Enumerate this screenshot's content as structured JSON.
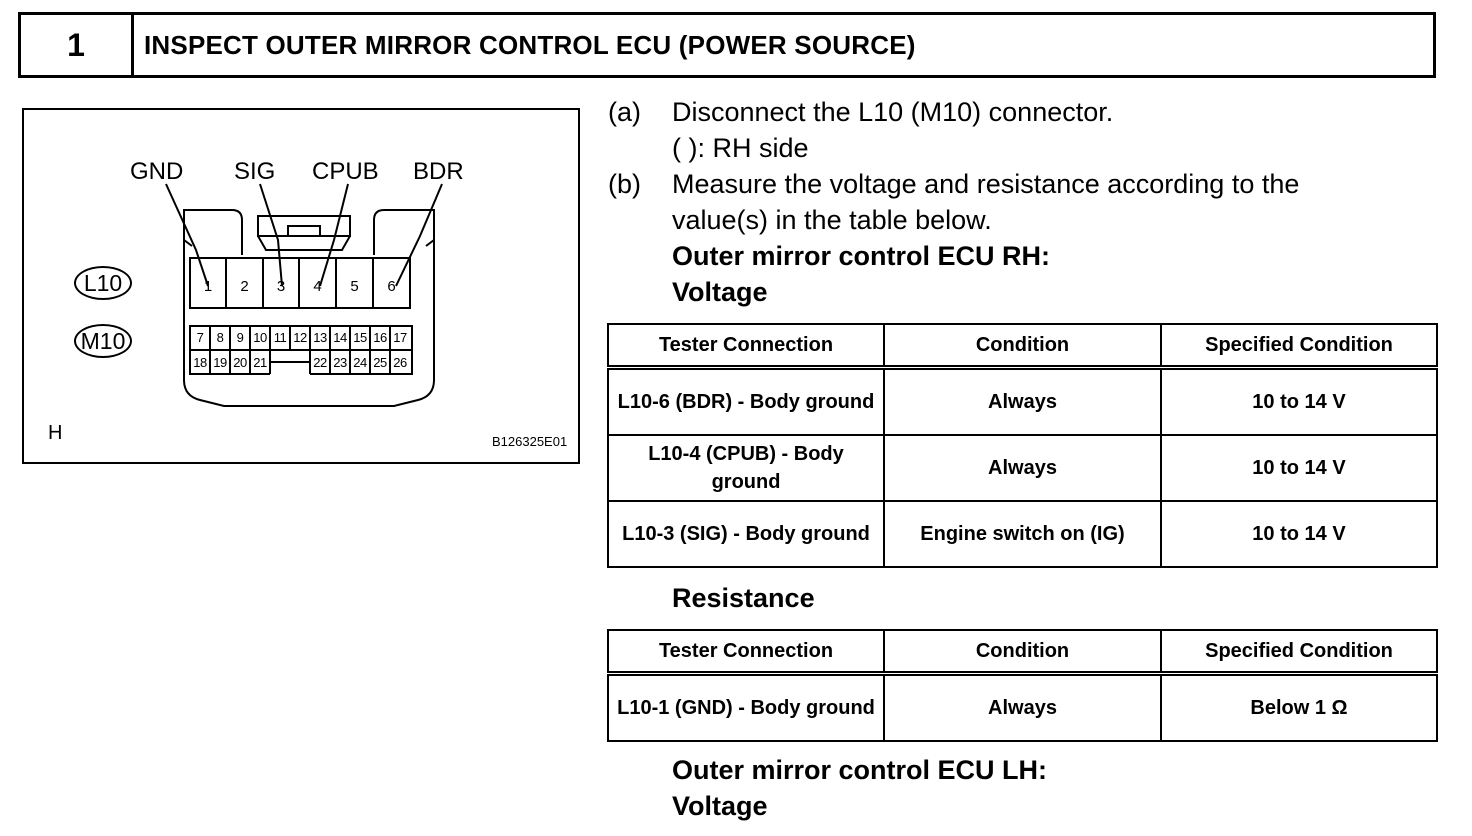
{
  "header": {
    "number": "1",
    "title": "INSPECT OUTER MIRROR CONTROL ECU (POWER SOURCE)"
  },
  "figure": {
    "labels": {
      "gnd": "GND",
      "sig": "SIG",
      "cpub": "CPUB",
      "bdr": "BDR"
    },
    "connectors": {
      "l10": "L10",
      "m10": "M10"
    },
    "top_pins": [
      "1",
      "2",
      "3",
      "4",
      "5",
      "6"
    ],
    "row1_pins": [
      "7",
      "8",
      "9",
      "10",
      "11",
      "12",
      "13",
      "14",
      "15",
      "16",
      "17"
    ],
    "row2_left_pins": [
      "18",
      "19",
      "20",
      "21"
    ],
    "row2_right_pins": [
      "22",
      "23",
      "24",
      "25",
      "26"
    ],
    "view_letter": "H",
    "code": "B126325E01"
  },
  "steps": {
    "a_label": "(a)",
    "a_text": "Disconnect the L10 (M10) connector.",
    "a_note": "( ): RH side",
    "b_label": "(b)",
    "b_text": "Measure the voltage and resistance according to the value(s) in the table below.",
    "rh_heading": "Outer mirror control ECU RH:",
    "voltage_heading": "Voltage"
  },
  "voltage_table": {
    "headers": [
      "Tester Connection",
      "Condition",
      "Specified Condition"
    ],
    "rows": [
      [
        "L10-6 (BDR) - Body ground",
        "Always",
        "10 to 14 V"
      ],
      [
        "L10-4 (CPUB) - Body ground",
        "Always",
        "10 to 14 V"
      ],
      [
        "L10-3 (SIG) - Body ground",
        "Engine switch on (IG)",
        "10 to 14 V"
      ]
    ]
  },
  "resistance_heading": "Resistance",
  "resistance_table": {
    "headers": [
      "Tester Connection",
      "Condition",
      "Specified Condition"
    ],
    "rows": [
      [
        "L10-1 (GND) - Body ground",
        "Always",
        "Below 1 Ω"
      ]
    ]
  },
  "lh_heading": "Outer mirror control ECU LH:",
  "lh_voltage_heading": "Voltage"
}
